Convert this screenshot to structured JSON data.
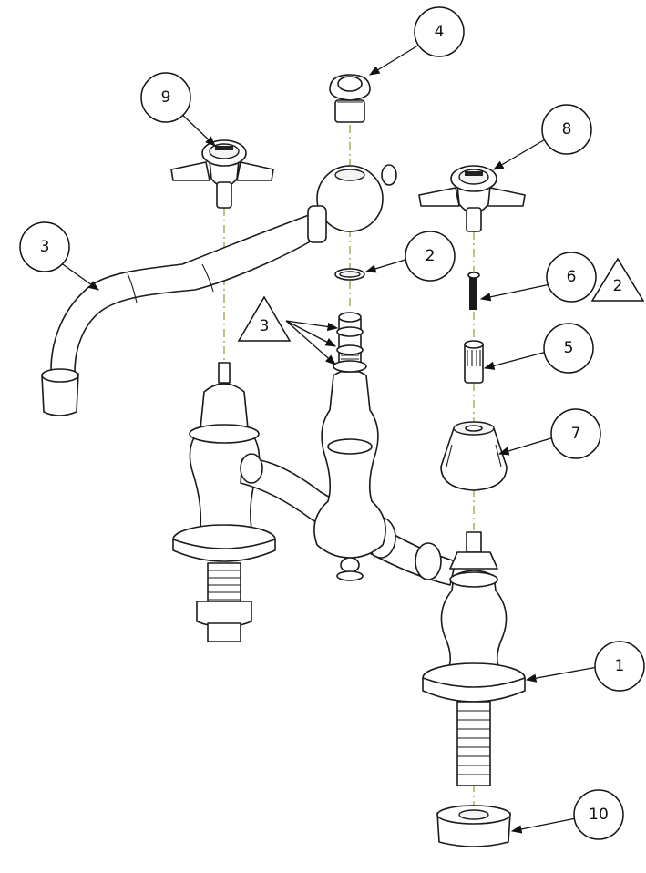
{
  "callouts": [
    {
      "id": "c4",
      "label": "4"
    },
    {
      "id": "c9",
      "label": "9"
    },
    {
      "id": "c8",
      "label": "8"
    },
    {
      "id": "c3",
      "label": "3"
    },
    {
      "id": "c2",
      "label": "2"
    },
    {
      "id": "c6",
      "label": "6"
    },
    {
      "id": "c5",
      "label": "5"
    },
    {
      "id": "c7",
      "label": "7"
    },
    {
      "id": "c1",
      "label": "1"
    },
    {
      "id": "c10",
      "label": "10"
    }
  ],
  "flags": [
    {
      "id": "f2",
      "label": "2"
    },
    {
      "id": "f3",
      "label": "3"
    }
  ]
}
